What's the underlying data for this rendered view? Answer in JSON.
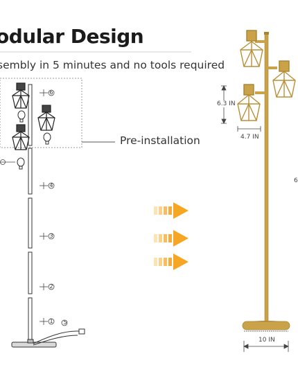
{
  "heading": "odular Design",
  "subheading": "sembly in 5 minutes and no tools required",
  "callout": "Pre-installation",
  "steps": [
    "6",
    "5",
    "4",
    "3",
    "2",
    "1"
  ],
  "dimensions": {
    "shade_height": "6.3 IN",
    "shade_width": "4.7 IN",
    "base_width": "10 IN",
    "edge_label": "6"
  },
  "colors": {
    "brass": "#c9a24a",
    "brass_dark": "#a9842f",
    "arrow_orange": "#f5a623"
  }
}
